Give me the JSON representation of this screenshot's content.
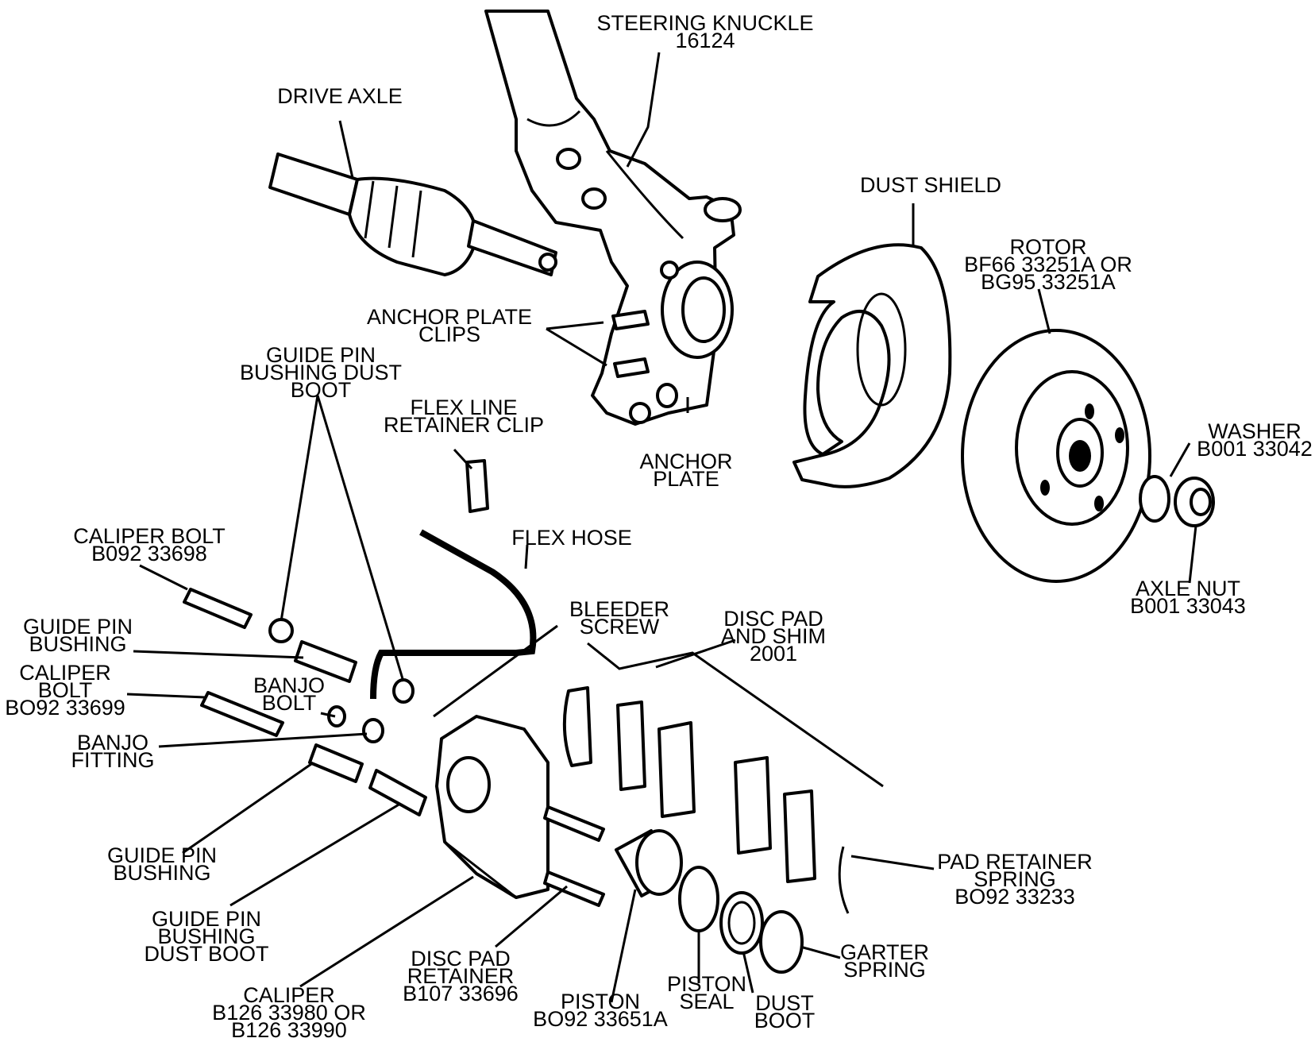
{
  "labels": {
    "steering_knuckle": [
      "STEERING KNUCKLE",
      "16124"
    ],
    "drive_axle": [
      "DRIVE AXLE"
    ],
    "dust_shield": [
      "DUST SHIELD"
    ],
    "rotor": [
      "ROTOR",
      "BF66 33251A OR",
      "BG95 33251A"
    ],
    "anchor_plate_clips": [
      "ANCHOR PLATE",
      "CLIPS"
    ],
    "guide_pin_bushing_dust_boot_top": [
      "GUIDE PIN",
      "BUSHING DUST",
      "BOOT"
    ],
    "flex_line_retainer_clip": [
      "FLEX LINE",
      "RETAINER CLIP"
    ],
    "anchor_plate": [
      "ANCHOR",
      "PLATE"
    ],
    "washer": [
      "WASHER",
      "B001 33042"
    ],
    "caliper_bolt_top": [
      "CALIPER BOLT",
      "B092 33698"
    ],
    "flex_hose": [
      "FLEX HOSE"
    ],
    "axle_nut": [
      "AXLE NUT",
      "B001 33043"
    ],
    "bleeder_screw": [
      "BLEEDER",
      "SCREW"
    ],
    "disc_pad_and_shim": [
      "DISC PAD",
      "AND SHIM",
      "2001"
    ],
    "guide_pin_bushing_left": [
      "GUIDE PIN",
      "BUSHING"
    ],
    "caliper_bolt_left": [
      "CALIPER",
      "BOLT",
      "BO92 33699"
    ],
    "banjo_bolt": [
      "BANJO",
      "BOLT"
    ],
    "banjo_fitting": [
      "BANJO",
      "FITTING"
    ],
    "guide_pin_bushing_bottom": [
      "GUIDE PIN",
      "BUSHING"
    ],
    "pad_retainer_spring": [
      "PAD RETAINER",
      "SPRING",
      "BO92 33233"
    ],
    "guide_pin_bushing_dust_boot_bottom": [
      "GUIDE PIN",
      "BUSHING",
      "DUST BOOT"
    ],
    "disc_pad_retainer": [
      "DISC PAD",
      "RETAINER",
      "B107 33696"
    ],
    "garter_spring": [
      "GARTER",
      "SPRING"
    ],
    "piston_seal": [
      "PISTON",
      "SEAL"
    ],
    "caliper": [
      "CALIPER",
      "B126 33980 OR",
      "B126 33990"
    ],
    "piston": [
      "PISTON",
      "BO92 33651A"
    ],
    "dust_boot": [
      "DUST",
      "BOOT"
    ]
  }
}
